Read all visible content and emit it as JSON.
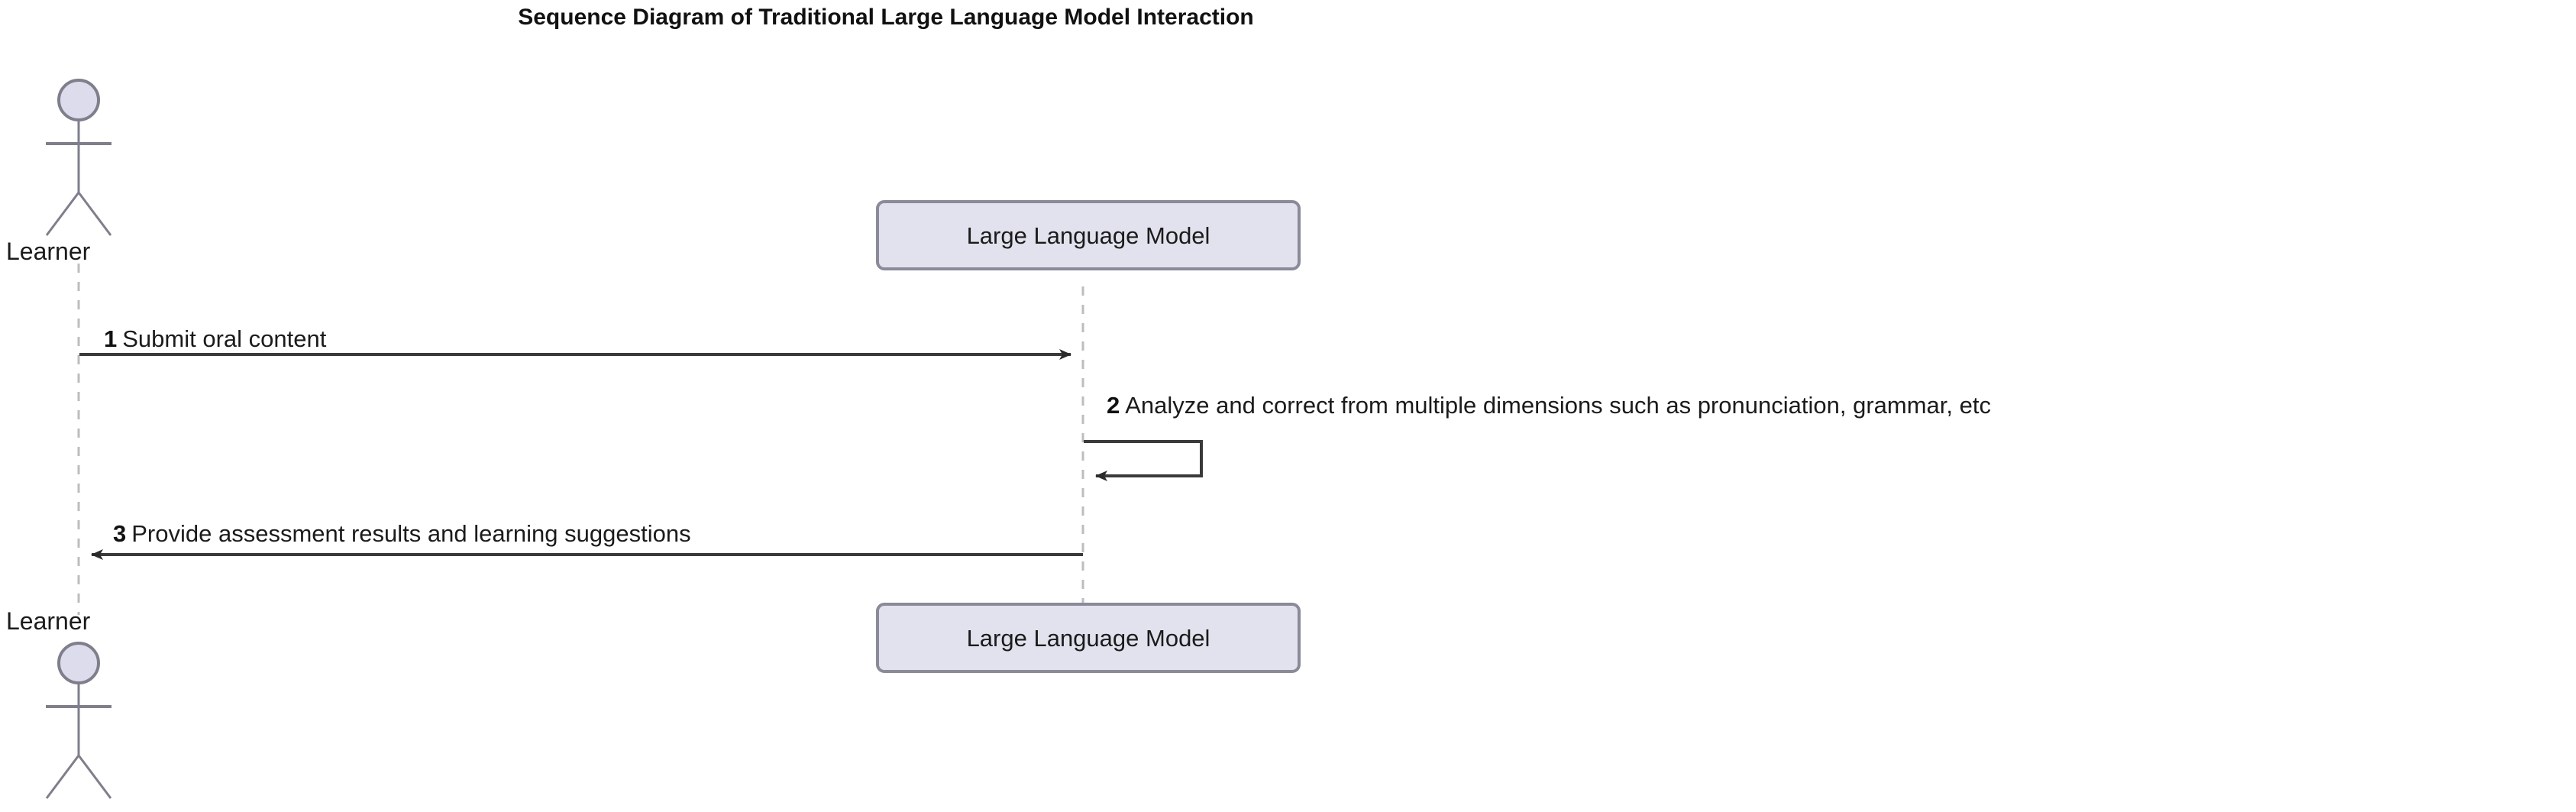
{
  "diagram": {
    "title": "Sequence Diagram of Traditional Large Language Model Interaction",
    "type": "uml-sequence-diagram",
    "colors": {
      "participant_fill": "#e2e2ee",
      "participant_stroke": "#8a8a99",
      "actor_head_fill": "#dcdcec",
      "actor_stroke": "#7f7f8c",
      "lifeline": "#b9b9bf",
      "message_line": "#2f2f2f",
      "text": "#1b1b1b",
      "background": "#ffffff"
    },
    "participants": [
      {
        "id": "learner",
        "kind": "actor",
        "label": "Learner",
        "top_label": "Learner",
        "bottom_label": "Learner"
      },
      {
        "id": "llm",
        "kind": "box",
        "label": "Large Language Model",
        "top_label": "Large Language Model",
        "bottom_label": "Large Language Model"
      }
    ],
    "messages": [
      {
        "number": "1",
        "text": "Submit oral content",
        "from": "learner",
        "to": "llm",
        "direction": "right",
        "style": "solid",
        "arrowhead": "filled"
      },
      {
        "number": "2",
        "text": "Analyze and correct from multiple dimensions such as pronunciation, grammar, etc",
        "from": "llm",
        "to": "llm",
        "direction": "self",
        "style": "solid",
        "arrowhead": "filled"
      },
      {
        "number": "3",
        "text": "Provide assessment results and learning suggestions",
        "from": "llm",
        "to": "learner",
        "direction": "left",
        "style": "solid",
        "arrowhead": "filled"
      }
    ]
  }
}
